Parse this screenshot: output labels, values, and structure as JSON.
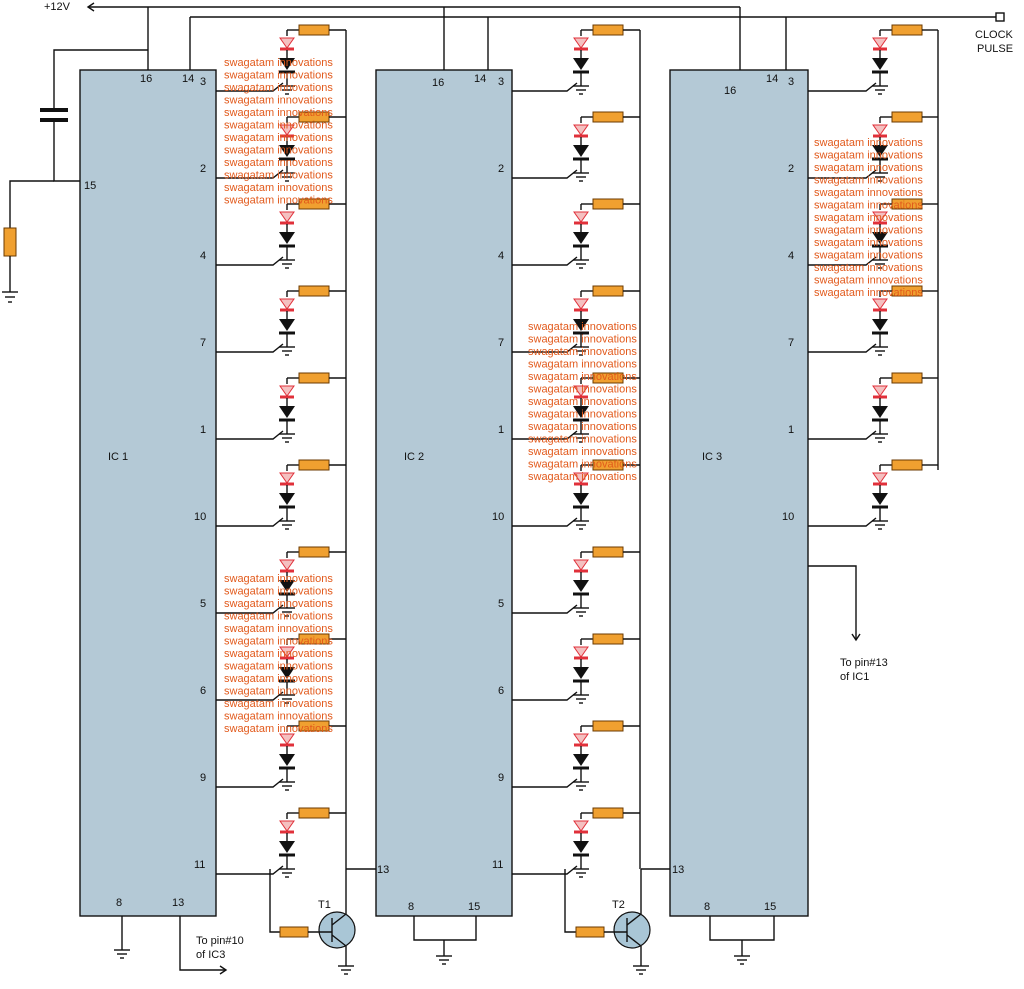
{
  "supply_label": "+12V",
  "clock_label_line1": "CLOCK",
  "clock_label_line2": "PULSE",
  "watermark": "swagatam innovations",
  "ics": [
    {
      "name": "IC 1",
      "top_pins": [
        "16",
        "14"
      ],
      "left_pin": "15",
      "bottom_pins": [
        "8",
        "13"
      ],
      "outputs": [
        "3",
        "2",
        "4",
        "7",
        "1",
        "10",
        "5",
        "6",
        "9",
        "11"
      ]
    },
    {
      "name": "IC 2",
      "top_pins": [
        "16",
        "14"
      ],
      "left_pin": "13",
      "bottom_pins": [
        "8",
        "15"
      ],
      "outputs": [
        "3",
        "2",
        "4",
        "7",
        "1",
        "10",
        "5",
        "6",
        "9",
        "11"
      ]
    },
    {
      "name": "IC 3",
      "top_pins": [
        "16",
        "14"
      ],
      "left_pin": "13",
      "bottom_pins": [
        "8",
        "15"
      ],
      "outputs": [
        "3",
        "2",
        "4",
        "7",
        "1",
        "10"
      ]
    }
  ],
  "transistors": [
    "T1",
    "T2"
  ],
  "notes": {
    "ic1_line1": "To pin#10",
    "ic1_line2": "of IC3",
    "ic3_line1": "To pin#13",
    "ic3_line2": "of IC1"
  },
  "colors": {
    "ic_fill": "#b4c9d6",
    "resistor": "#f0a030",
    "led": "#e0303a",
    "watermark": "#e25a1c"
  }
}
